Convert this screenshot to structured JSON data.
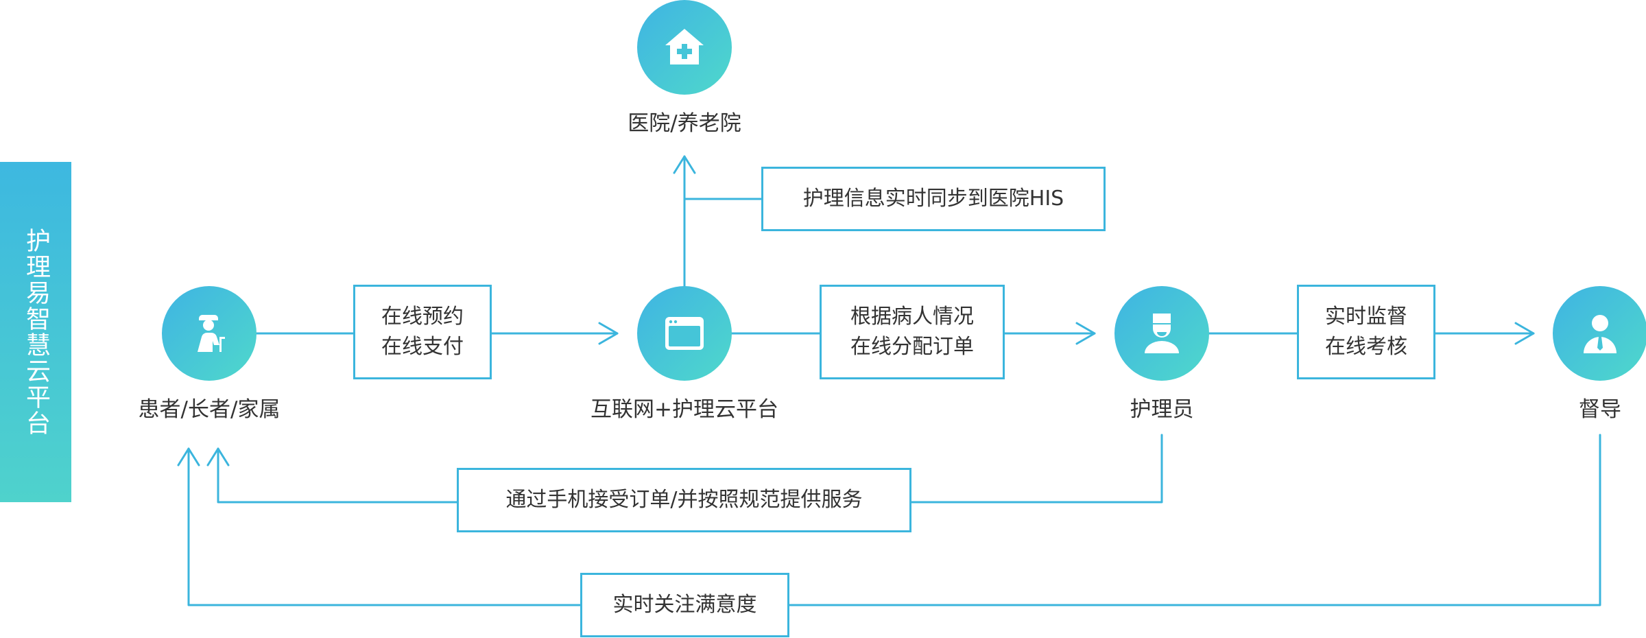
{
  "sidebar": {
    "title": "护理易智慧云平台"
  },
  "nodes": {
    "patient": {
      "label": "患者/长者/家属",
      "icon": "elderly-person-icon"
    },
    "platform": {
      "label": "互联网+护理云平台",
      "icon": "browser-window-icon"
    },
    "hospital": {
      "label": "医院/养老院",
      "icon": "hospital-icon"
    },
    "nurse": {
      "label": "护理员",
      "icon": "nurse-icon"
    },
    "supervisor": {
      "label": "督导",
      "icon": "supervisor-icon"
    }
  },
  "boxes": {
    "booking": {
      "line1": "在线预约",
      "line2": "在线支付"
    },
    "dispatch": {
      "line1": "根据病人情况",
      "line2": "在线分配订单"
    },
    "monitor": {
      "line1": "实时监督",
      "line2": "在线考核"
    },
    "sync": {
      "text": "护理信息实时同步到医院HIS"
    },
    "service": {
      "text": "通过手机接受订单/并按照规范提供服务"
    },
    "satisfaction": {
      "text": "实时关注满意度"
    }
  },
  "colors": {
    "accent": "#3bb5dd",
    "gradient_start": "#3fb4e3",
    "gradient_end": "#4fd8cb"
  }
}
